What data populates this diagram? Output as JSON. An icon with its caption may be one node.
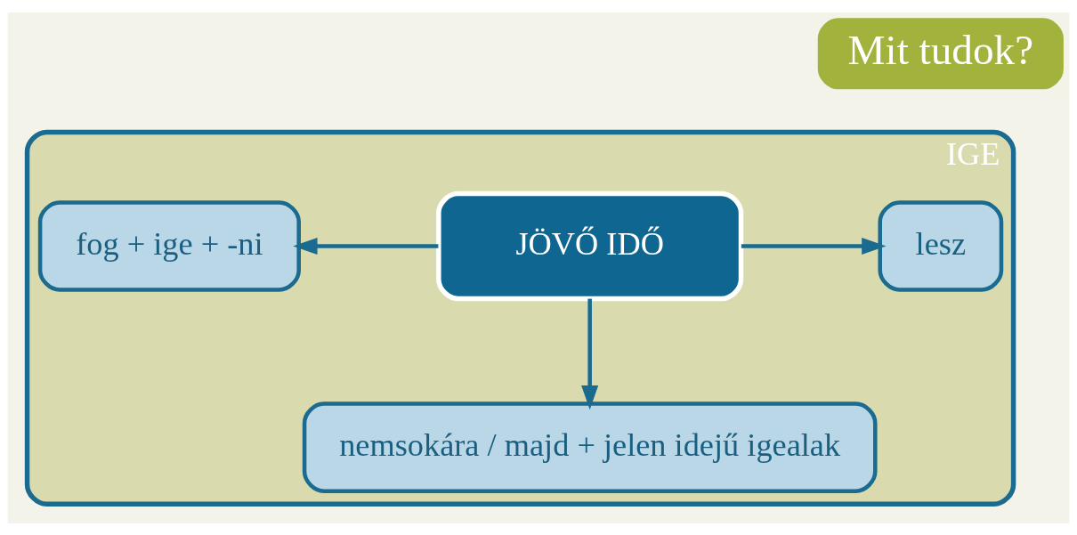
{
  "diagram": {
    "nodes": [
      {
        "text": [
          "Mit tudok?"
        ]
      },
      {
        "text": [
          "IGE"
        ]
      },
      {
        "text": [
          "lesz"
        ],
        "in": 1
      },
      {
        "text": [
          "JÖVŐ IDŐ"
        ],
        "in": 1
      },
      {
        "text": [
          "fog + ige + -ni"
        ],
        "in": 1
      },
      {
        "text": [
          "nemsokára / majd + jelen idejű igealak"
        ],
        "in": 1
      }
    ],
    "edges": [
      {
        "from": 3,
        "to": 2,
        "arrow": "to"
      },
      {
        "from": 3,
        "to": 4,
        "arrow": "to"
      },
      {
        "from": 3,
        "to": 5,
        "arrow": "to"
      }
    ]
  }
}
